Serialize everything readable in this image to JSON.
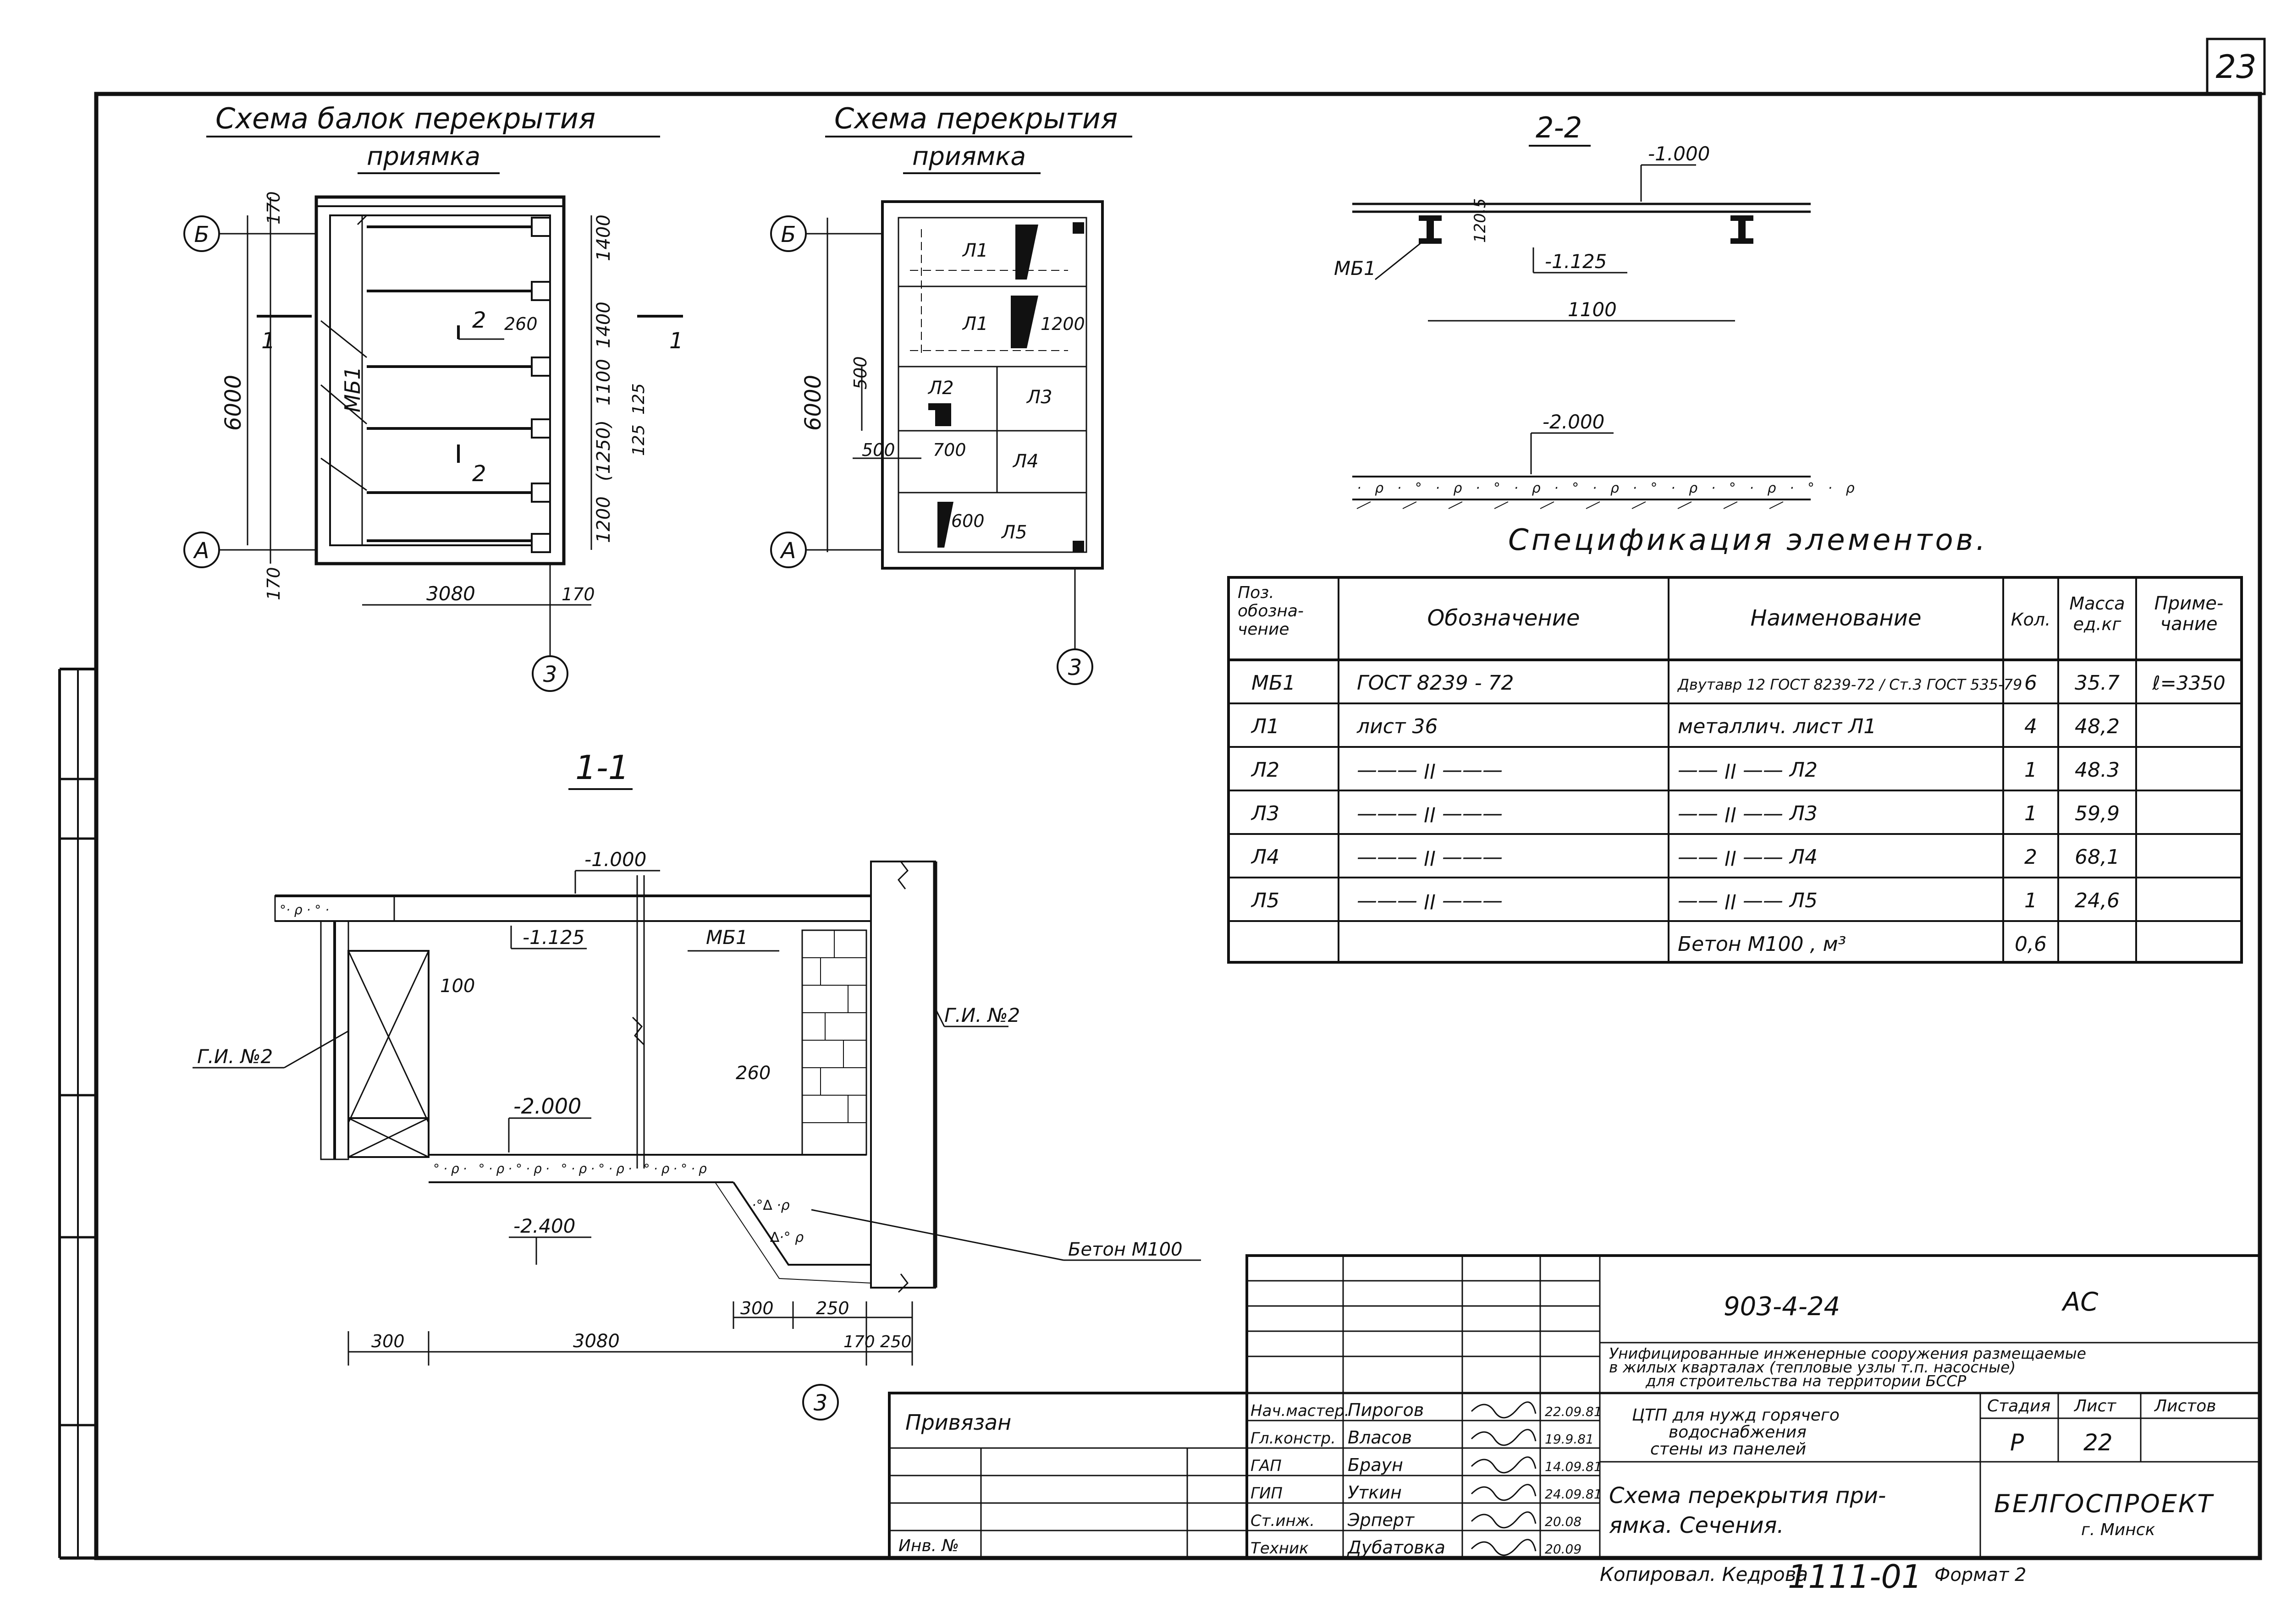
{
  "sheet_corner_number": "23",
  "beam_scheme": {
    "title_line1": "Схема балок перекрытия",
    "title_line2": "приямка",
    "axis_b": "Б",
    "axis_a": "А",
    "axis_3": "3",
    "beam_label": "МБ1",
    "dim_total": "6000",
    "dim_170_top": "170",
    "dim_170_bottom": "170",
    "dim_1400_a": "1400",
    "dim_1400_b": "1400",
    "dim_1100": "1100",
    "dim_1250": "(1250)",
    "dim_1200": "1200",
    "dim_125_a": "125",
    "dim_125_b": "125",
    "dim_260": "260",
    "dim_3080": "3080",
    "dim_170_right": "170",
    "section_mark_1_left": "1",
    "section_mark_1_right": "1",
    "section_mark_2_top": "2",
    "section_mark_2_bottom": "2"
  },
  "slab_scheme": {
    "title_line1": "Схема перекрытия",
    "title_line2": "приямка",
    "axis_b": "Б",
    "axis_a": "А",
    "axis_3": "3",
    "dim_total": "6000",
    "dim_500_v": "500",
    "dim_500_h": "500",
    "dim_700": "700",
    "dim_1200": "1200",
    "dim_600": "600",
    "labels": [
      "Л1",
      "Л1",
      "Л2",
      "Л3",
      "Л4",
      "Л5"
    ]
  },
  "section_2_2": {
    "title": "2-2",
    "level_top": "-1.000",
    "level_bottom": "-1.125",
    "dim_height": "120,5",
    "dim_span": "1100",
    "beam_label": "МБ1",
    "floor_level": "-2.000"
  },
  "section_1_1": {
    "title": "1-1",
    "level_top": "-1.000",
    "level_beam": "-1.125",
    "beam_label": "МБ1",
    "dim_100": "100",
    "dim_260": "260",
    "level_floor": "-2.000",
    "level_pit": "-2.400",
    "gi_left": "Г.И. №2",
    "gi_right": "Г.И. №2",
    "concrete_note": "Бетон М100",
    "dim_300_a": "300",
    "dim_3080": "3080",
    "dim_300_b": "300",
    "dim_250_a": "250",
    "dim_170": "170",
    "dim_250_b": "250",
    "axis_3": "3"
  },
  "spec_title": "Спецификация элементов.",
  "spec_table": {
    "headers": [
      "Поз. обозна-чение",
      "Обозначение",
      "Наименование",
      "Кол.",
      "Масса ед.кг",
      "Приме-чание"
    ],
    "rows": [
      {
        "pos": "МБ1",
        "designation": "ГОСТ 8239 - 72",
        "name": "Двутавр 12 ГОСТ 8239-72 / Ст.3 ГОСТ 535-79",
        "qty": "6",
        "mass": "35.7",
        "note": "ℓ=3350"
      },
      {
        "pos": "Л1",
        "designation": "лист 36",
        "name": "металлич. лист Л1",
        "qty": "4",
        "mass": "48,2",
        "note": ""
      },
      {
        "pos": "Л2",
        "designation": "——— ׀׀ ———",
        "name": "—— ׀׀ —— Л2",
        "qty": "1",
        "mass": "48.3",
        "note": ""
      },
      {
        "pos": "Л3",
        "designation": "——— ׀׀ ———",
        "name": "—— ׀׀ —— Л3",
        "qty": "1",
        "mass": "59,9",
        "note": ""
      },
      {
        "pos": "Л4",
        "designation": "——— ׀׀ ———",
        "name": "—— ׀׀ —— Л4",
        "qty": "2",
        "mass": "68,1",
        "note": ""
      },
      {
        "pos": "Л5",
        "designation": "——— ׀׀ ———",
        "name": "—— ׀׀ —— Л5",
        "qty": "1",
        "mass": "24,6",
        "note": ""
      },
      {
        "pos": "",
        "designation": "",
        "name": "Бетон М100 , м³",
        "qty": "0,6",
        "mass": "",
        "note": ""
      }
    ]
  },
  "title_block": {
    "doc_code": "903-4-24",
    "part": "АС",
    "description_line1": "Унифицированные инженерные сооружения размещаемые",
    "description_line2": "в жилых кварталах (тепловые узлы т.п. насосные)",
    "description_line3": "для строительства на территории БССР",
    "object_line1": "ЦТП для нужд горячего",
    "object_line2": "водоснабжения",
    "object_line3": "стены из панелей",
    "sheet_title_line1": "Схема перекрытия при-",
    "sheet_title_line2": "ямка. Сечения.",
    "stage_label": "Стадия",
    "sheet_label": "Лист",
    "sheets_label": "Листов",
    "stage_value": "Р",
    "sheet_value": "22",
    "org_name": "БЕЛГОСПРОЕКТ",
    "org_city": "г. Минск",
    "tied_label": "Привязан",
    "inv_label": "Инв. №",
    "roles": [
      {
        "role": "Нач.мастер.",
        "name": "Пирогов",
        "date": "22.09.81"
      },
      {
        "role": "Гл.констр.",
        "name": "Власов",
        "date": "19.9.81"
      },
      {
        "role": "ГАП",
        "name": "Браун",
        "date": "14.09.81"
      },
      {
        "role": "ГИП",
        "name": "Уткин",
        "date": "24.09.81"
      },
      {
        "role": "Ст.инж.",
        "name": "Эрперт",
        "date": "20.08"
      },
      {
        "role": "Техник",
        "name": "Дубатовка",
        "date": "20.09"
      }
    ]
  },
  "footer": {
    "copied": "Копировал. Кедрова",
    "number": "1111-01",
    "format": "Формат 2"
  }
}
